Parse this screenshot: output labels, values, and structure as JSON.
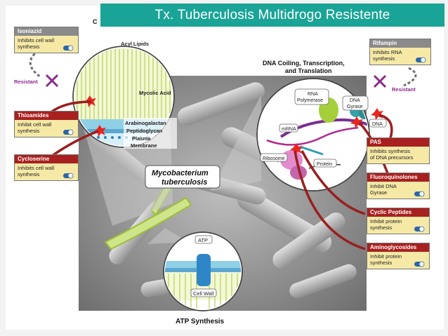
{
  "slide_title": "Tx. Tuberculosis Multidrogo Resistente",
  "corner_letter": "C",
  "cell_wall_labels": {
    "acyl_lipids": "Acyl Lipids",
    "mycolic_acid": "Mycolic Acid",
    "arabinogalactan": "Arabinogalactan",
    "peptidoglycan": "Peptidoglycan",
    "plasma_membrane_1": "Plasma",
    "plasma_membrane_2": "Membrane"
  },
  "organism_label": {
    "line1": "Mycobacterium",
    "line2": "tuberculosis"
  },
  "dna_section": {
    "title_line1": "DNA Coiling, Transcription,",
    "title_line2": "and Translation",
    "rna_polymerase_1": "RNA",
    "rna_polymerase_2": "Polymerase",
    "dna_gyrase_1": "DNA",
    "dna_gyrase_2": "Gyrase",
    "mrna": "mRNA",
    "dna": "DNA",
    "ribosome": "Ribosome",
    "protein": "Protein"
  },
  "atp_section": {
    "atp": "ATP",
    "cell_wall": "Cell Wall",
    "caption": "ATP Synthesis"
  },
  "resistant_label_left": "Resistant",
  "resistant_label_right": "Resistant",
  "drugs_left": [
    {
      "name": "Isoniazid",
      "line1": "Inhibits cell wall",
      "line2": "synthesis",
      "header_color": "#8a8a8a"
    },
    {
      "name": "Thioamides",
      "line1": "Inhibit cell wall",
      "line2": "synthesis",
      "header_color": "#a8201f"
    },
    {
      "name": "Cycloserine",
      "line1": "Inhibits cell wall",
      "line2": "synthesis",
      "header_color": "#a8201f"
    }
  ],
  "drugs_right": [
    {
      "name": "Rifampin",
      "line1": "Inhibits RNA",
      "line2": "synthesis",
      "header_color": "#8a8a8a"
    },
    {
      "name": "PAS",
      "line1": "Inhibits synthesis",
      "line2": "of DNA precursors",
      "header_color": "#a8201f"
    },
    {
      "name": "Fluoroquinolones",
      "line1": "Inhibit DNA",
      "line2": "Gyrase",
      "header_color": "#a8201f"
    },
    {
      "name": "Cyclic Peptides",
      "line1": "Inhibit protein",
      "line2": "synthesis",
      "header_color": "#a8201f"
    },
    {
      "name": "Aminoglycosides",
      "line1": "Inhibit protein",
      "line2": "synthesis",
      "header_color": "#a8201f"
    }
  ]
}
